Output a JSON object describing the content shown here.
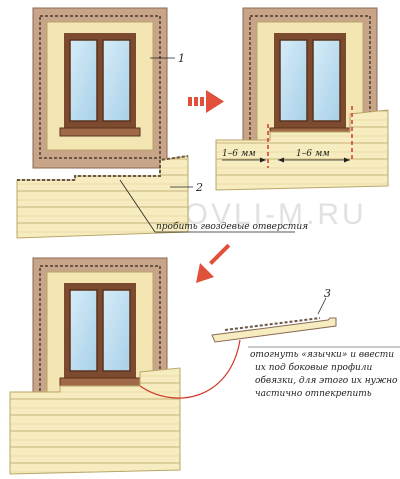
{
  "labels": {
    "n1": "1",
    "n2": "2",
    "n3": "3",
    "gap_left": "1–6 мм",
    "gap_right": "1–6 мм",
    "note_nail": "пробить гвоздевые отверстия",
    "note_tabs_1": "отогнуть «язычки» и ввести",
    "note_tabs_2": "их под боковые профили",
    "note_tabs_3": "обвязки, для этого их нужно",
    "note_tabs_4": "частично отпекрепить"
  },
  "watermark": "WWW.KROVLI-M.RU",
  "colors": {
    "wall": "#c8a488",
    "wall_edge": "#8a6a55",
    "siding": "#f6ecbf",
    "siding_edge": "#b9a66a",
    "trim": "#f3e6b2",
    "window_frame": "#7c4a2e",
    "glass": "#c4e2f2",
    "arrow": "#e0503a",
    "leader": "#d23a2a",
    "dash": "#d32a2a"
  }
}
